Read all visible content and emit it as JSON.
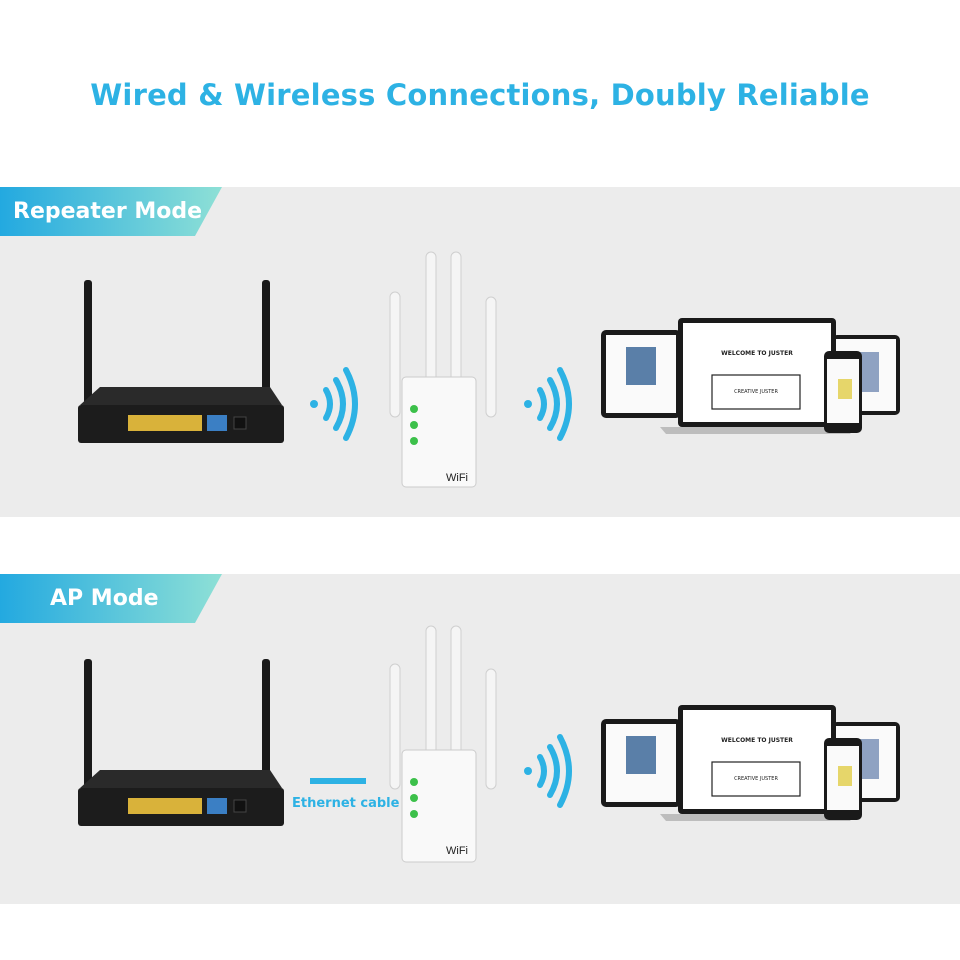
{
  "headline": "Wired & Wireless Connections, Doubly Reliable",
  "colors": {
    "accent": "#2db2e4",
    "panel": "#ececec",
    "router": "#1e1e1e",
    "port_lan": "#d9b23a",
    "port_wan": "#3b7fc4"
  },
  "modes": [
    {
      "label": "Repeater Mode",
      "link_type": "wireless"
    },
    {
      "label": "AP Mode",
      "link_type": "wired",
      "link_label": "Ethernet cable"
    }
  ],
  "device": {
    "brand_label": "WiFi"
  },
  "screens": {
    "laptop_heading": "WELCOME TO JUSTER",
    "laptop_text": "CREATIVE JUSTER"
  },
  "icons": [
    "router-icon",
    "wifi-signal-icon",
    "extender-icon",
    "laptop-icon",
    "tablet-icon",
    "phone-icon",
    "ethernet-cable-icon"
  ]
}
